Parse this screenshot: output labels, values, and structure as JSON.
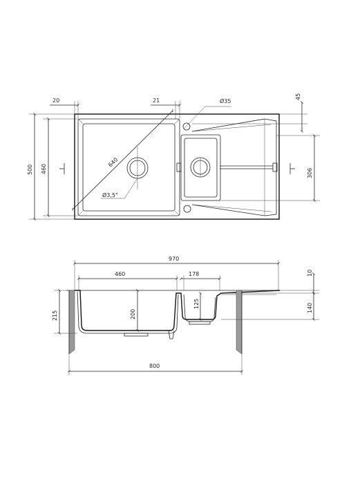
{
  "top_view": {
    "dim_frame_left": "20",
    "dim_offset_top": "21",
    "dim_tap_hole": "Ø35",
    "dim_top_edge": "45",
    "dim_overall_depth": "500",
    "dim_bowl_depth": "460",
    "dim_diagonal": "640",
    "dim_drain": "Ø3,5\"",
    "dim_small_bowl": "306"
  },
  "section_view": {
    "dim_overall_width": "970",
    "dim_large_bowl": "460",
    "dim_small_bowl": "178",
    "dim_rim": "10",
    "dim_cabinet_height": "215",
    "dim_large_depth": "200",
    "dim_small_depth": "125",
    "dim_drainer_height": "140",
    "dim_cabinet_width": "800"
  },
  "colors": {
    "line": "#222222",
    "hatch": "#9a9a9a"
  }
}
